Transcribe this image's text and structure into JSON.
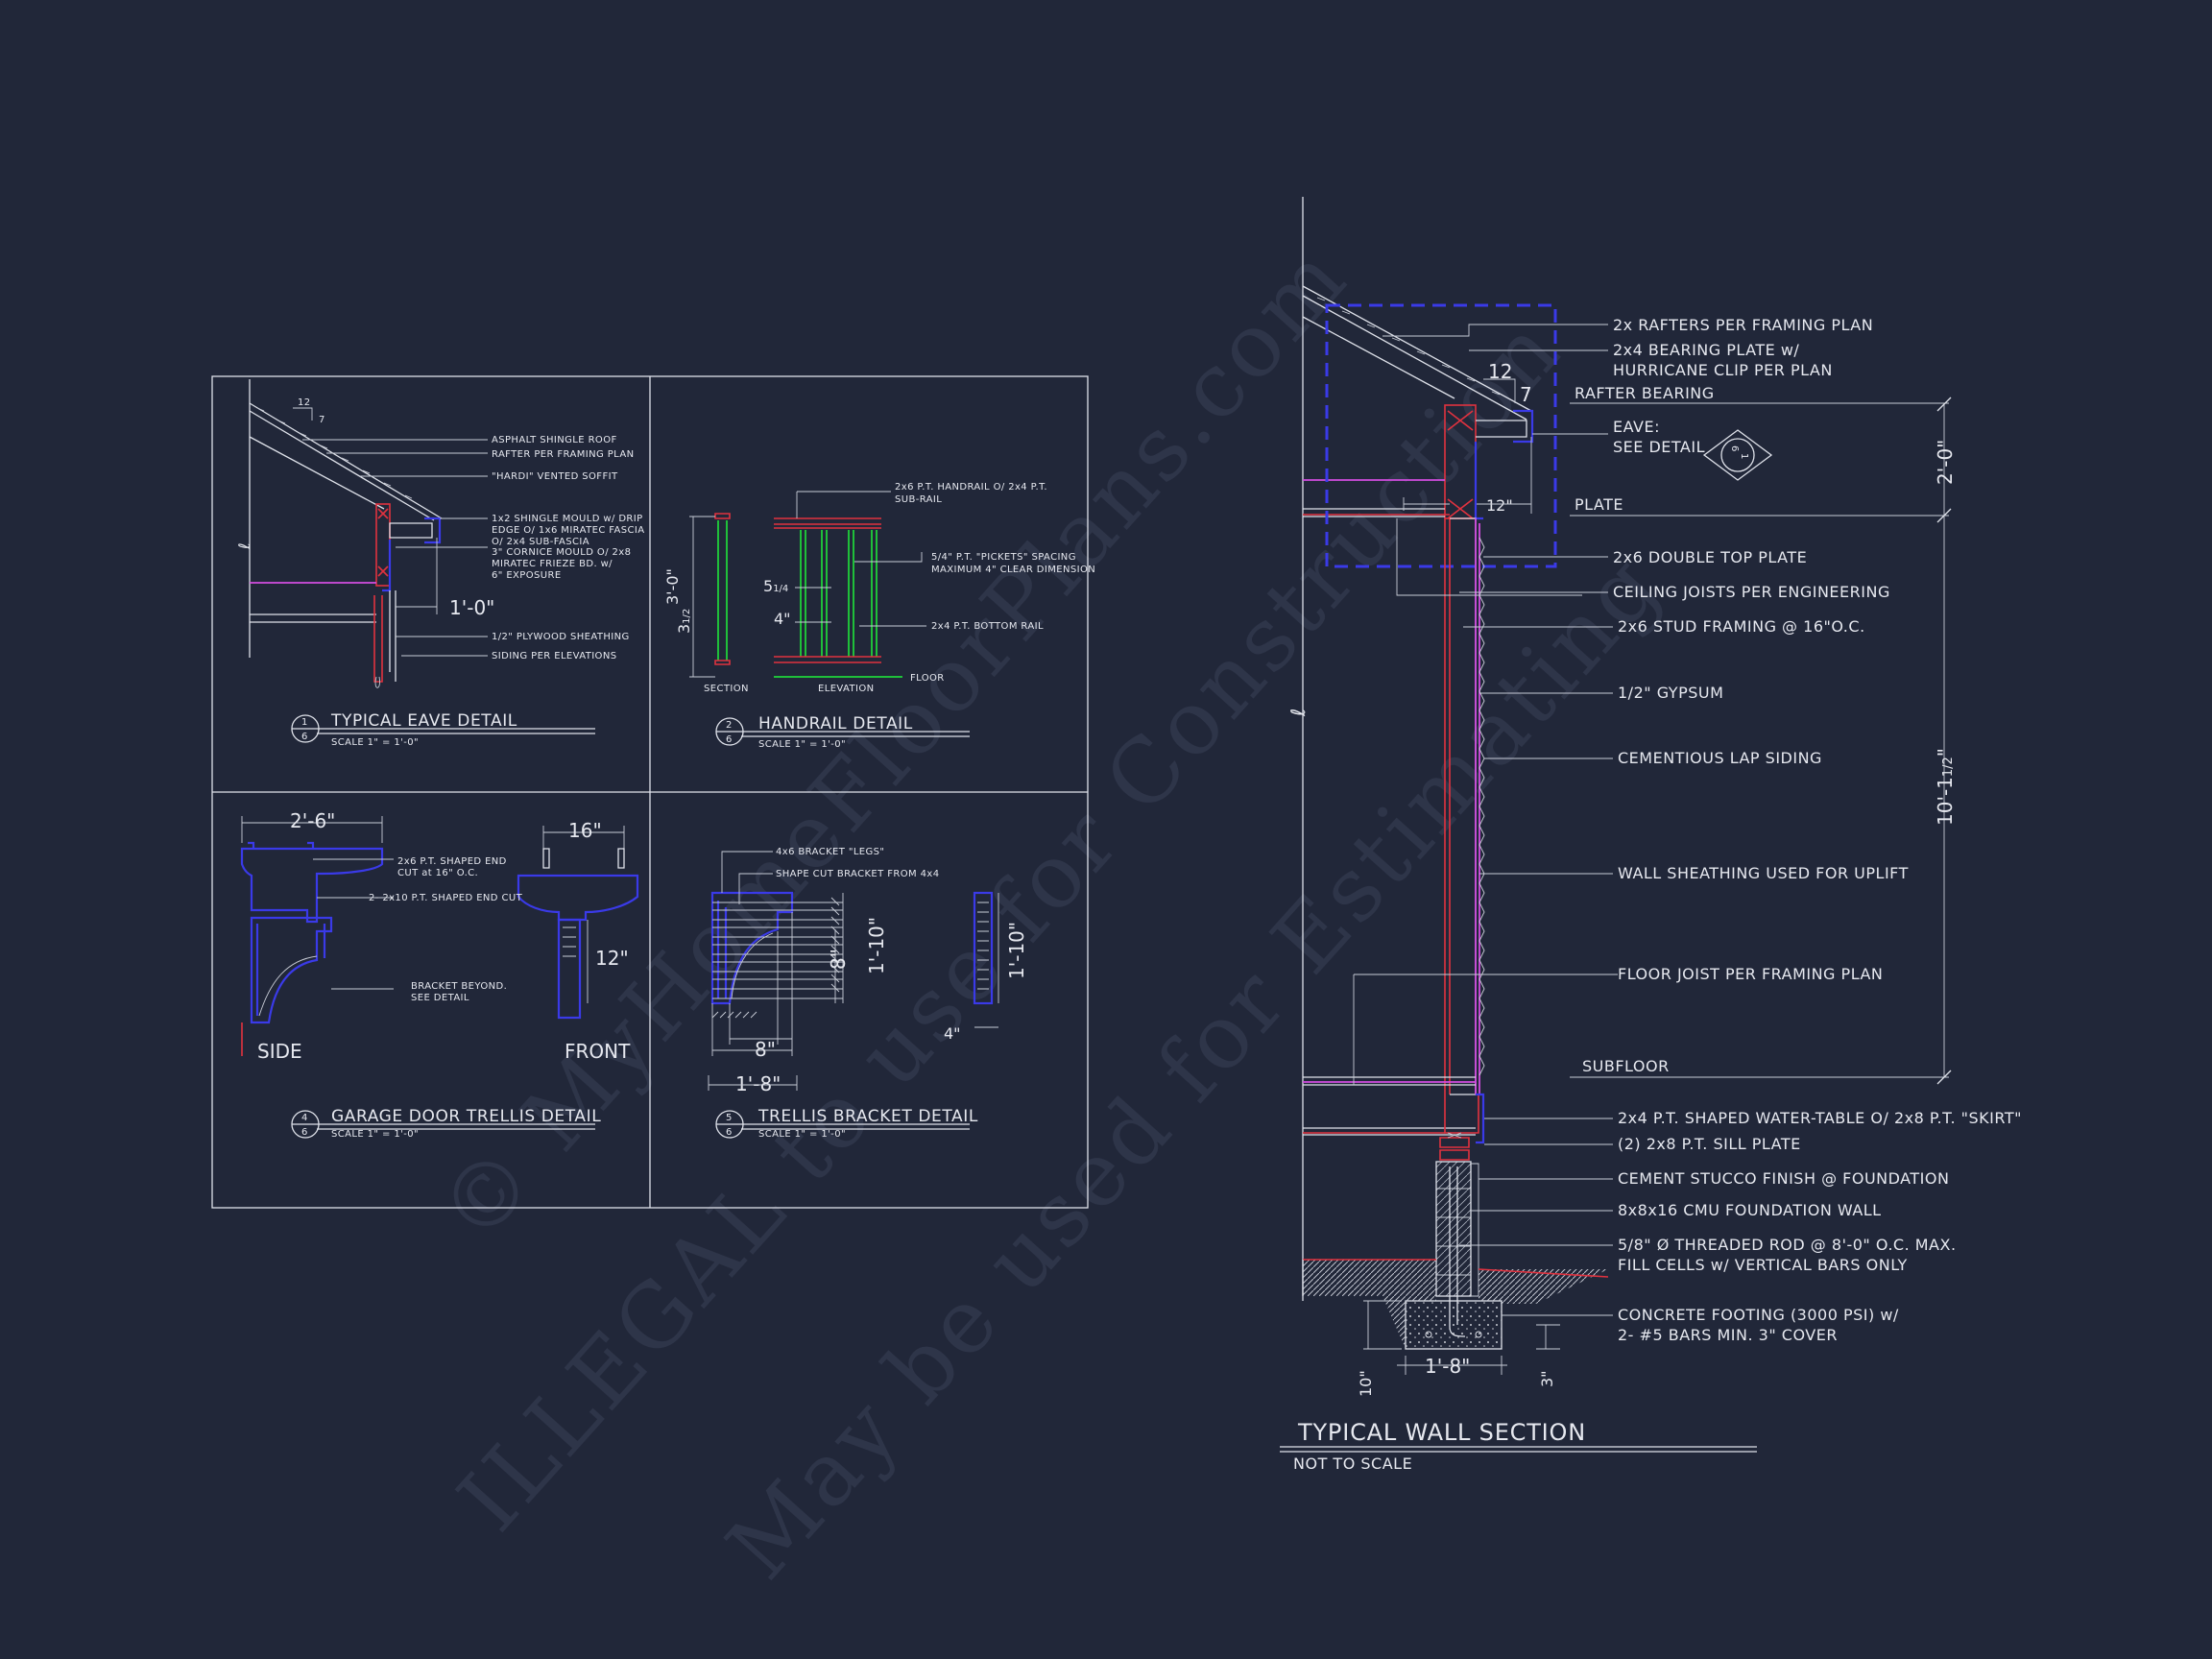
{
  "watermark": {
    "line1": "© MyHomeFloorPlans.com",
    "line2": "ILLEGAL to use for Construction",
    "line3": "May be used for Estimating"
  },
  "eave_detail": {
    "title": "TYPICAL EAVE DETAIL",
    "scale": "SCALE   1\" = 1'-0\"",
    "ref_num": "1",
    "ref_sheet": "6",
    "pitch_run": "12",
    "pitch_rise": "7",
    "dim": "1'-0\"",
    "notes": [
      "ASPHALT SHINGLE ROOF",
      "RAFTER PER FRAMING PLAN",
      "\"HARDI\" VENTED SOFFIT",
      "1x2 SHINGLE MOULD w/ DRIP",
      "EDGE O/ 1x6 MIRATEC FASCIA",
      "O/ 2x4 SUB-FASCIA",
      "3\" CORNICE MOULD O/ 2x8",
      "MIRATEC FRIEZE BD. w/",
      "6\" EXPOSURE",
      "1/2\" PLYWOOD SHEATHING",
      "SIDING PER ELEVATIONS"
    ]
  },
  "handrail_detail": {
    "title": "HANDRAIL DETAIL",
    "scale": "SCALE   1\" = 1'-0\"",
    "ref_num": "2",
    "ref_sheet": "6",
    "dim_height": "3'-0\"",
    "dim_bottom_whole": "3",
    "dim_bottom_frac": "1/2",
    "dim_space_whole": "5",
    "dim_space_frac": "1/4",
    "dim_space2": "4\"",
    "section_label": "SECTION",
    "elevation_label": "ELEVATION",
    "floor_label": "FLOOR",
    "notes": [
      "2x6 P.T. HANDRAIL O/ 2x4 P.T.",
      "SUB-RAIL",
      "5/4\" P.T. \"PICKETS\" SPACING",
      "MAXIMUM 4\" CLEAR DIMENSION",
      "2x4 P.T. BOTTOM RAIL"
    ]
  },
  "trellis_detail": {
    "title": "GARAGE DOOR TRELLIS DETAIL",
    "scale": "SCALE   1\" = 1'-0\"",
    "ref_num": "4",
    "ref_sheet": "6",
    "dim_width": "2'-6\"",
    "dim_front": "16\"",
    "dim_depth": "12\"",
    "side_label": "SIDE",
    "front_label": "FRONT",
    "notes": [
      "2x6 P.T. SHAPED END",
      "CUT at 16\" O.C.",
      "2- 2x10 P.T. SHAPED END CUT",
      "BRACKET BEYOND.",
      "SEE DETAIL"
    ]
  },
  "bracket_detail": {
    "title": "TRELLIS BRACKET DETAIL",
    "scale": "SCALE   1\" = 1'-0\"",
    "ref_num": "5",
    "ref_sheet": "6",
    "dim_height": "1'-10\"",
    "dim_height2": "1'-10\"",
    "dim_inner": "8\"",
    "dim_bottom": "8\"",
    "dim_width": "1'-8\"",
    "dim_post": "4\"",
    "notes": [
      "4x6 BRACKET \"LEGS\"",
      "SHAPE CUT BRACKET FROM 4x4"
    ]
  },
  "wall_section": {
    "title": "TYPICAL WALL SECTION",
    "subtitle": "NOT TO SCALE",
    "pitch_run": "12",
    "pitch_rise": "7",
    "dim_12": "12\"",
    "dim_top": "2'-0\"",
    "dim_main_prefix": "10'-1",
    "dim_main_frac": "1/2",
    "dim_main_suffix": "\"",
    "dim_footing": "1'-8\"",
    "dim_10": "10\"",
    "dim_3": "3\"",
    "eave_ref_num": "1",
    "eave_ref_sheet": "6",
    "rafter_bearing": "RAFTER BEARING",
    "plate": "PLATE",
    "subfloor": "SUBFLOOR",
    "notes": [
      "2x RAFTERS PER FRAMING PLAN",
      "2x4 BEARING PLATE w/",
      "HURRICANE CLIP PER PLAN",
      "EAVE:",
      "SEE DETAIL",
      "2x6 DOUBLE TOP PLATE",
      "CEILING JOISTS PER ENGINEERING",
      "2x6 STUD FRAMING @ 16\"O.C.",
      "1/2\" GYPSUM",
      "CEMENTIOUS LAP SIDING",
      "WALL SHEATHING USED FOR UPLIFT",
      "FLOOR JOIST PER FRAMING PLAN",
      "2x4 P.T. SHAPED WATER-TABLE O/ 2x8 P.T.  \"SKIRT\"",
      "(2) 2x8 P.T. SILL PLATE",
      "CEMENT STUCCO FINISH @ FOUNDATION",
      "8x8x16 CMU FOUNDATION WALL",
      "5/8\" Ø THREADED ROD @ 8'-0\" O.C. MAX.",
      "FILL CELLS w/ VERTICAL BARS ONLY",
      "CONCRETE FOOTING (3000 PSI) w/",
      "2- #5 BARS MIN. 3\" COVER"
    ]
  },
  "colors": {
    "background": "#212739",
    "linework": "#dfe2ea",
    "red": "#e0323f",
    "blue": "#3a3ae8",
    "green": "#1fbf3a",
    "magenta": "#d24de0"
  }
}
